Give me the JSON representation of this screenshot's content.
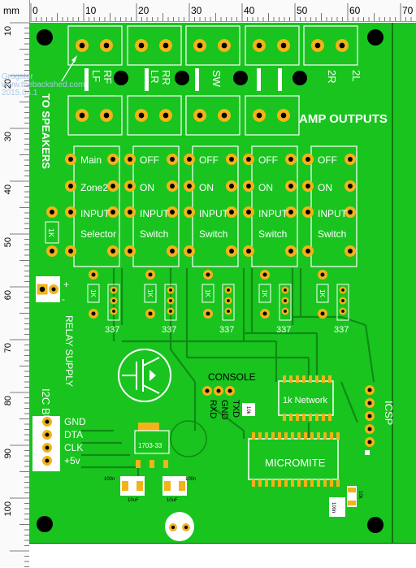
{
  "ruler": {
    "unit": "mm",
    "top_ticks": [
      "0",
      "10",
      "20",
      "30",
      "40",
      "50",
      "60",
      "70"
    ],
    "left_ticks": [
      "10",
      "20",
      "30",
      "40",
      "50",
      "60",
      "70",
      "80",
      "90",
      "100"
    ]
  },
  "watermark": [
    "Grogster",
    "www.thebackshed.com",
    "2015.04.1"
  ],
  "labels": {
    "to_speakers": "TO SPEAKERS",
    "amp_outputs": "AMP OUTPUTS",
    "relay_supply": "RELAY SUPPLY",
    "plus": "+",
    "minus": "-",
    "i2c_bus": "I2C BUS",
    "console": "CONSOLE",
    "icsp": "ICSP",
    "network": "1k Network",
    "micromite": "MICROMITE",
    "regulator": "1703-33"
  },
  "speaker_labels": [
    "LF",
    "RF",
    "LR",
    "RR",
    "SW",
    "2R",
    "2L"
  ],
  "switch_rows": [
    {
      "top": "Main",
      "mid": "Zone2",
      "input": "INPUT",
      "name": "Selector"
    },
    {
      "top": "OFF",
      "mid": "ON",
      "input": "INPUT",
      "name": "Switch"
    },
    {
      "top": "OFF",
      "mid": "ON",
      "input": "INPUT",
      "name": "Switch"
    },
    {
      "top": "OFF",
      "mid": "ON",
      "input": "INPUT",
      "name": "Switch"
    },
    {
      "top": "OFF",
      "mid": "ON",
      "input": "INPUT",
      "name": "Switch"
    }
  ],
  "transistor_label": "337",
  "resistor_label": "1K",
  "i2c_pins": [
    "GND",
    "DTA",
    "CLK",
    "+5v"
  ],
  "console_pins": [
    "RXD",
    "GND",
    "TXD"
  ],
  "cap_labels": {
    "c100n": "100n",
    "c10u": "10uF",
    "c10k": "10k"
  },
  "colors": {
    "board": "#19c41f",
    "silk": "#ffffff",
    "pad": "#f2b21a",
    "hole": "#000000",
    "trace": "#0f8a14"
  }
}
